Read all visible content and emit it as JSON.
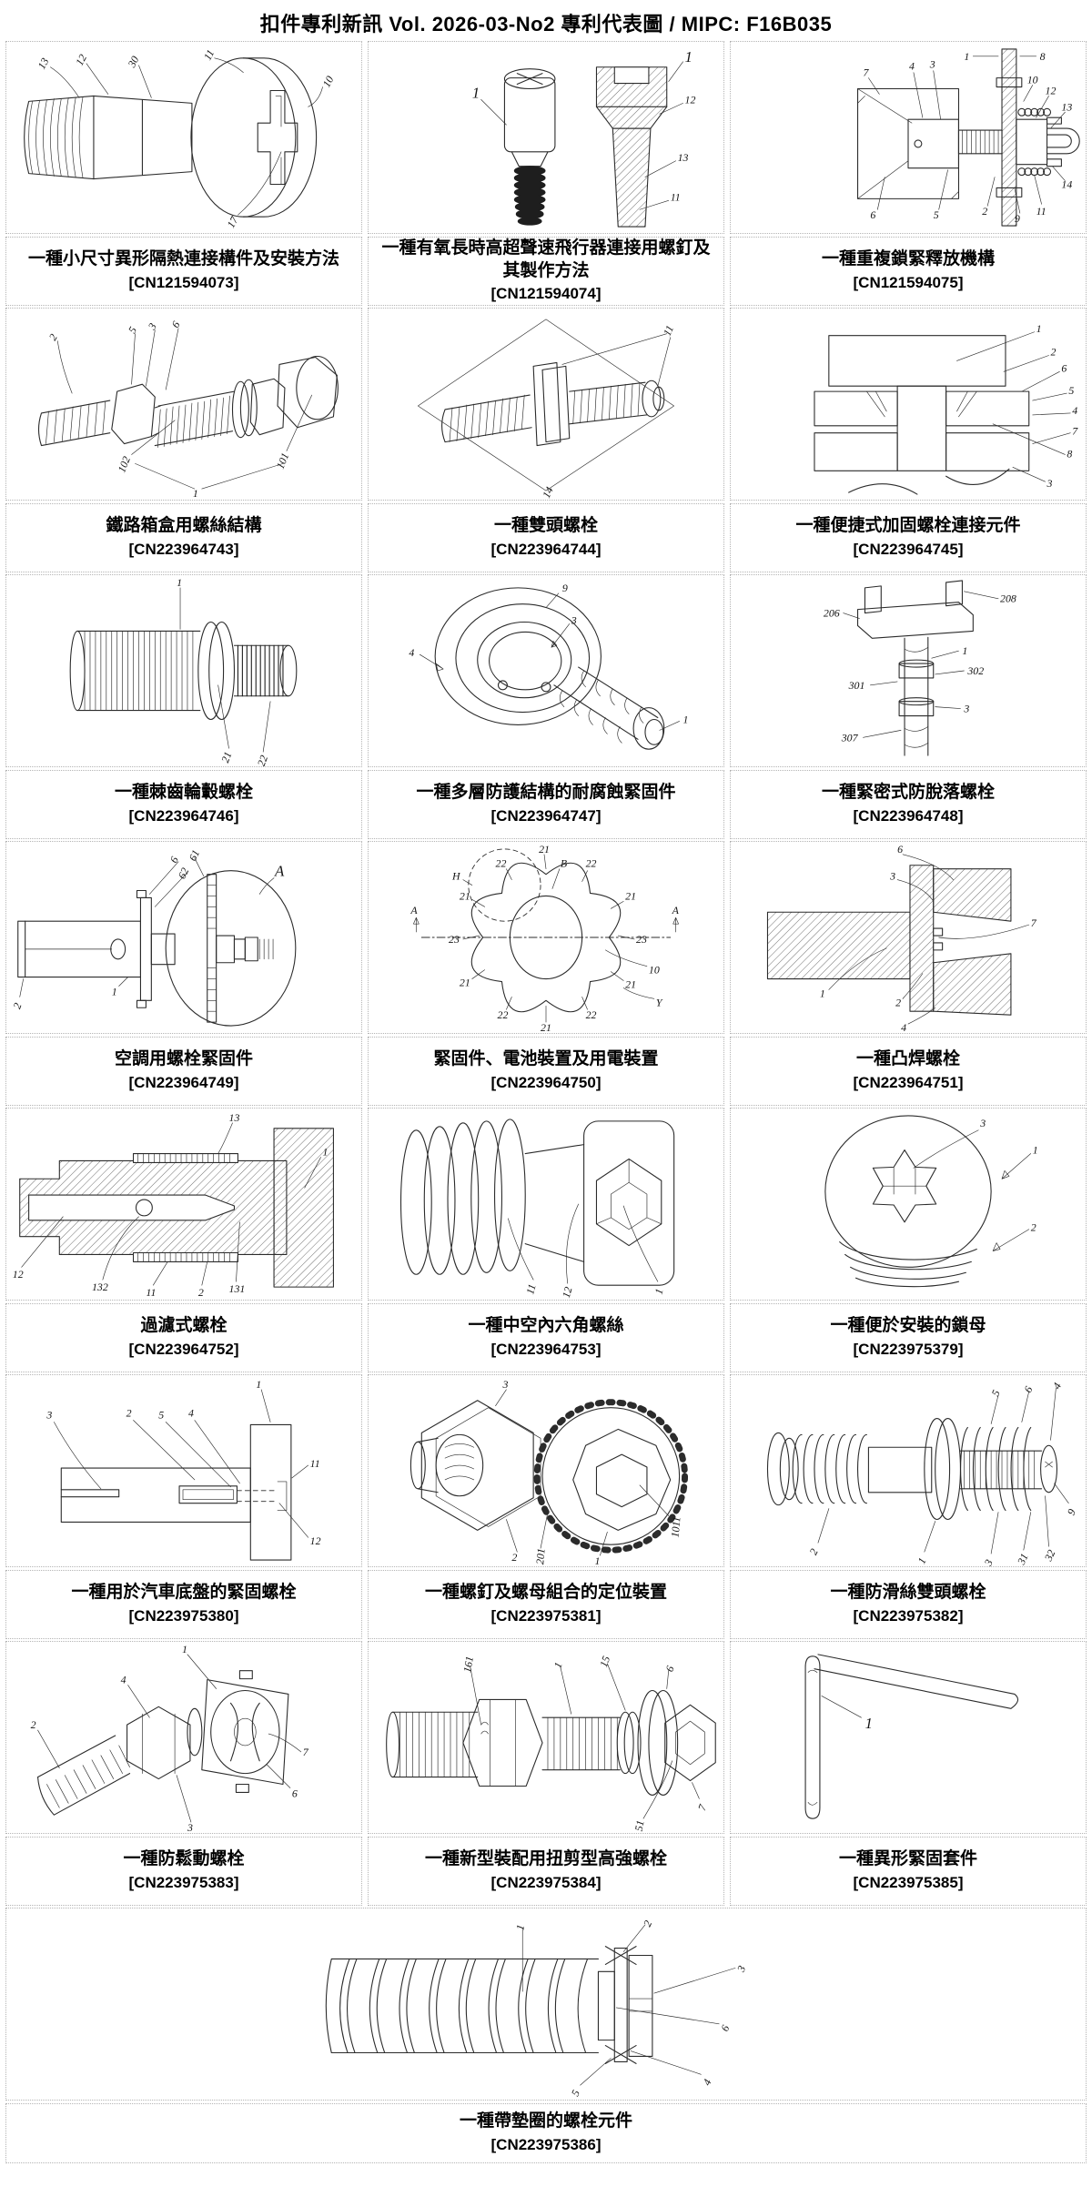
{
  "header": {
    "title": "扣件專利新訊  Vol. 2026-03-No2  專利代表圖  /  MIPC:  F16B035"
  },
  "cells": [
    {
      "title": "一種小尺寸異形隔熱連接構件及安裝方法",
      "cn": "[CN121594073]",
      "labels": [
        "13",
        "12",
        "30",
        "11",
        "10",
        "17"
      ]
    },
    {
      "title": "一種有氧長時高超聲速飛行器連接用螺釘及其製作方法",
      "cn": "[CN121594074]",
      "labels": [
        "1",
        "1",
        "12",
        "13",
        "11"
      ]
    },
    {
      "title": "一種重複鎖緊釋放機構",
      "cn": "[CN121594075]",
      "labels": [
        "1",
        "8",
        "7",
        "4",
        "3",
        "10",
        "12",
        "13",
        "14",
        "11",
        "9",
        "2",
        "5",
        "6"
      ]
    },
    {
      "title": "鐵路箱盒用螺絲結構",
      "cn": "[CN223964743]",
      "labels": [
        "2",
        "5",
        "3",
        "6",
        "102",
        "101",
        "1"
      ]
    },
    {
      "title": "一種雙頭螺栓",
      "cn": "[CN223964744]",
      "labels": [
        "11",
        "14"
      ]
    },
    {
      "title": "一種便捷式加固螺栓連接元件",
      "cn": "[CN223964745]",
      "labels": [
        "1",
        "2",
        "6",
        "5",
        "4",
        "7",
        "8",
        "3"
      ]
    },
    {
      "title": "一種棘齒輪轂螺栓",
      "cn": "[CN223964746]",
      "labels": [
        "1",
        "21",
        "22"
      ]
    },
    {
      "title": "一種多層防護結構的耐腐蝕緊固件",
      "cn": "[CN223964747]",
      "labels": [
        "9",
        "3",
        "4",
        "1"
      ]
    },
    {
      "title": "一種緊密式防脫落螺栓",
      "cn": "[CN223964748]",
      "labels": [
        "208",
        "206",
        "1",
        "302",
        "301",
        "3",
        "307"
      ]
    },
    {
      "title": "空調用螺栓緊固件",
      "cn": "[CN223964749]",
      "labels": [
        "2",
        "1",
        "6",
        "61",
        "62",
        "A"
      ]
    },
    {
      "title": "緊固件、電池裝置及用電裝置",
      "cn": "[CN223964750]",
      "labels": [
        "21",
        "B",
        "H",
        "22",
        "22",
        "21",
        "21",
        "A",
        "A",
        "23",
        "23",
        "10",
        "21",
        "21",
        "22",
        "22",
        "Y",
        "21"
      ]
    },
    {
      "title": "一種凸焊螺栓",
      "cn": "[CN223964751]",
      "labels": [
        "6",
        "3",
        "7",
        "1",
        "2",
        "4"
      ]
    },
    {
      "title": "過濾式螺栓",
      "cn": "[CN223964752]",
      "labels": [
        "13",
        "1",
        "12",
        "132",
        "11",
        "2",
        "131"
      ]
    },
    {
      "title": "一種中空內六角螺絲",
      "cn": "[CN223964753]",
      "labels": [
        "11",
        "12",
        "1"
      ]
    },
    {
      "title": "一種便於安裝的鎖母",
      "cn": "[CN223975379]",
      "labels": [
        "3",
        "1",
        "2"
      ]
    },
    {
      "title": "一種用於汽車底盤的緊固螺栓",
      "cn": "[CN223975380]",
      "labels": [
        "3",
        "2",
        "5",
        "4",
        "1",
        "11",
        "12"
      ]
    },
    {
      "title": "一種螺釘及螺母組合的定位裝置",
      "cn": "[CN223975381]",
      "labels": [
        "3",
        "2",
        "201",
        "1",
        "1011"
      ]
    },
    {
      "title": "一種防滑絲雙頭螺栓",
      "cn": "[CN223975382]",
      "labels": [
        "5",
        "6",
        "4",
        "9",
        "2",
        "1",
        "3",
        "31",
        "32"
      ]
    },
    {
      "title": "一種防鬆動螺栓",
      "cn": "[CN223975383]",
      "labels": [
        "1",
        "4",
        "2",
        "3",
        "7",
        "6"
      ]
    },
    {
      "title": "一種新型裝配用扭剪型高強螺栓",
      "cn": "[CN223975384]",
      "labels": [
        "161",
        "1",
        "15",
        "6",
        "51",
        "7"
      ]
    },
    {
      "title": "一種異形緊固套件",
      "cn": "[CN223975385]",
      "labels": [
        "1"
      ]
    },
    {
      "title": "一種帶墊圈的螺栓元件",
      "cn": "[CN223975386]",
      "labels": [
        "1",
        "2",
        "3",
        "6",
        "4",
        "5"
      ]
    }
  ]
}
